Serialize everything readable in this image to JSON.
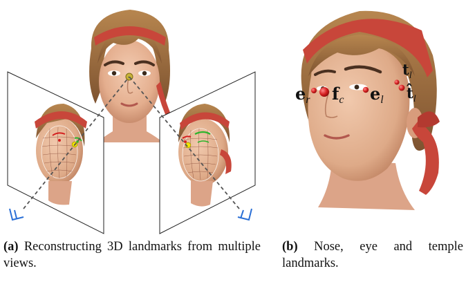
{
  "captions": {
    "a": {
      "tag": "(a)",
      "text": "Reconstructing 3D landmarks from multiple views."
    },
    "b": {
      "tag": "(b)",
      "text": "Nose, eye and temple landmarks."
    }
  },
  "landmark_labels": {
    "e_r": {
      "base": "e",
      "sub": "r"
    },
    "f_c": {
      "base": "f",
      "sub": "c"
    },
    "e_l": {
      "base": "e",
      "sub": "l"
    },
    "t_l": {
      "base": "t",
      "sub": "l"
    },
    "that_l": {
      "base": "t̂",
      "sub": "l"
    }
  },
  "colors": {
    "skin": "#e8b89a",
    "hair": "#9a6a3c",
    "headband": "#c8463a",
    "landmark_red": "#d41f1f",
    "landmark_yellow": "#f2e600",
    "landmark_green": "#2bb52b",
    "camera_blue": "#2a6fd6"
  }
}
